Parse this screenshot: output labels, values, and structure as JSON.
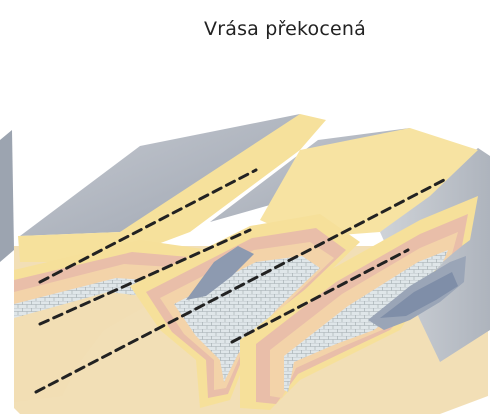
{
  "diagram": {
    "title": "Vrása překocená",
    "figure": "overturned-fold-block-diagram",
    "fold_axis_lines": 4
  },
  "colors": {
    "background": "#ffffff",
    "surface_gray": "#b8bcc4",
    "surface_gray_dark": "#8f96a3",
    "sand": "#f2deb4",
    "yellow_layer": "#f6e09a",
    "pink_layer": "#e9bca8",
    "peach_layer": "#f3d2a8",
    "cellular_layer": "#dde4e7",
    "core_blue": "#7f8ea8",
    "axis_line": "#222222"
  }
}
